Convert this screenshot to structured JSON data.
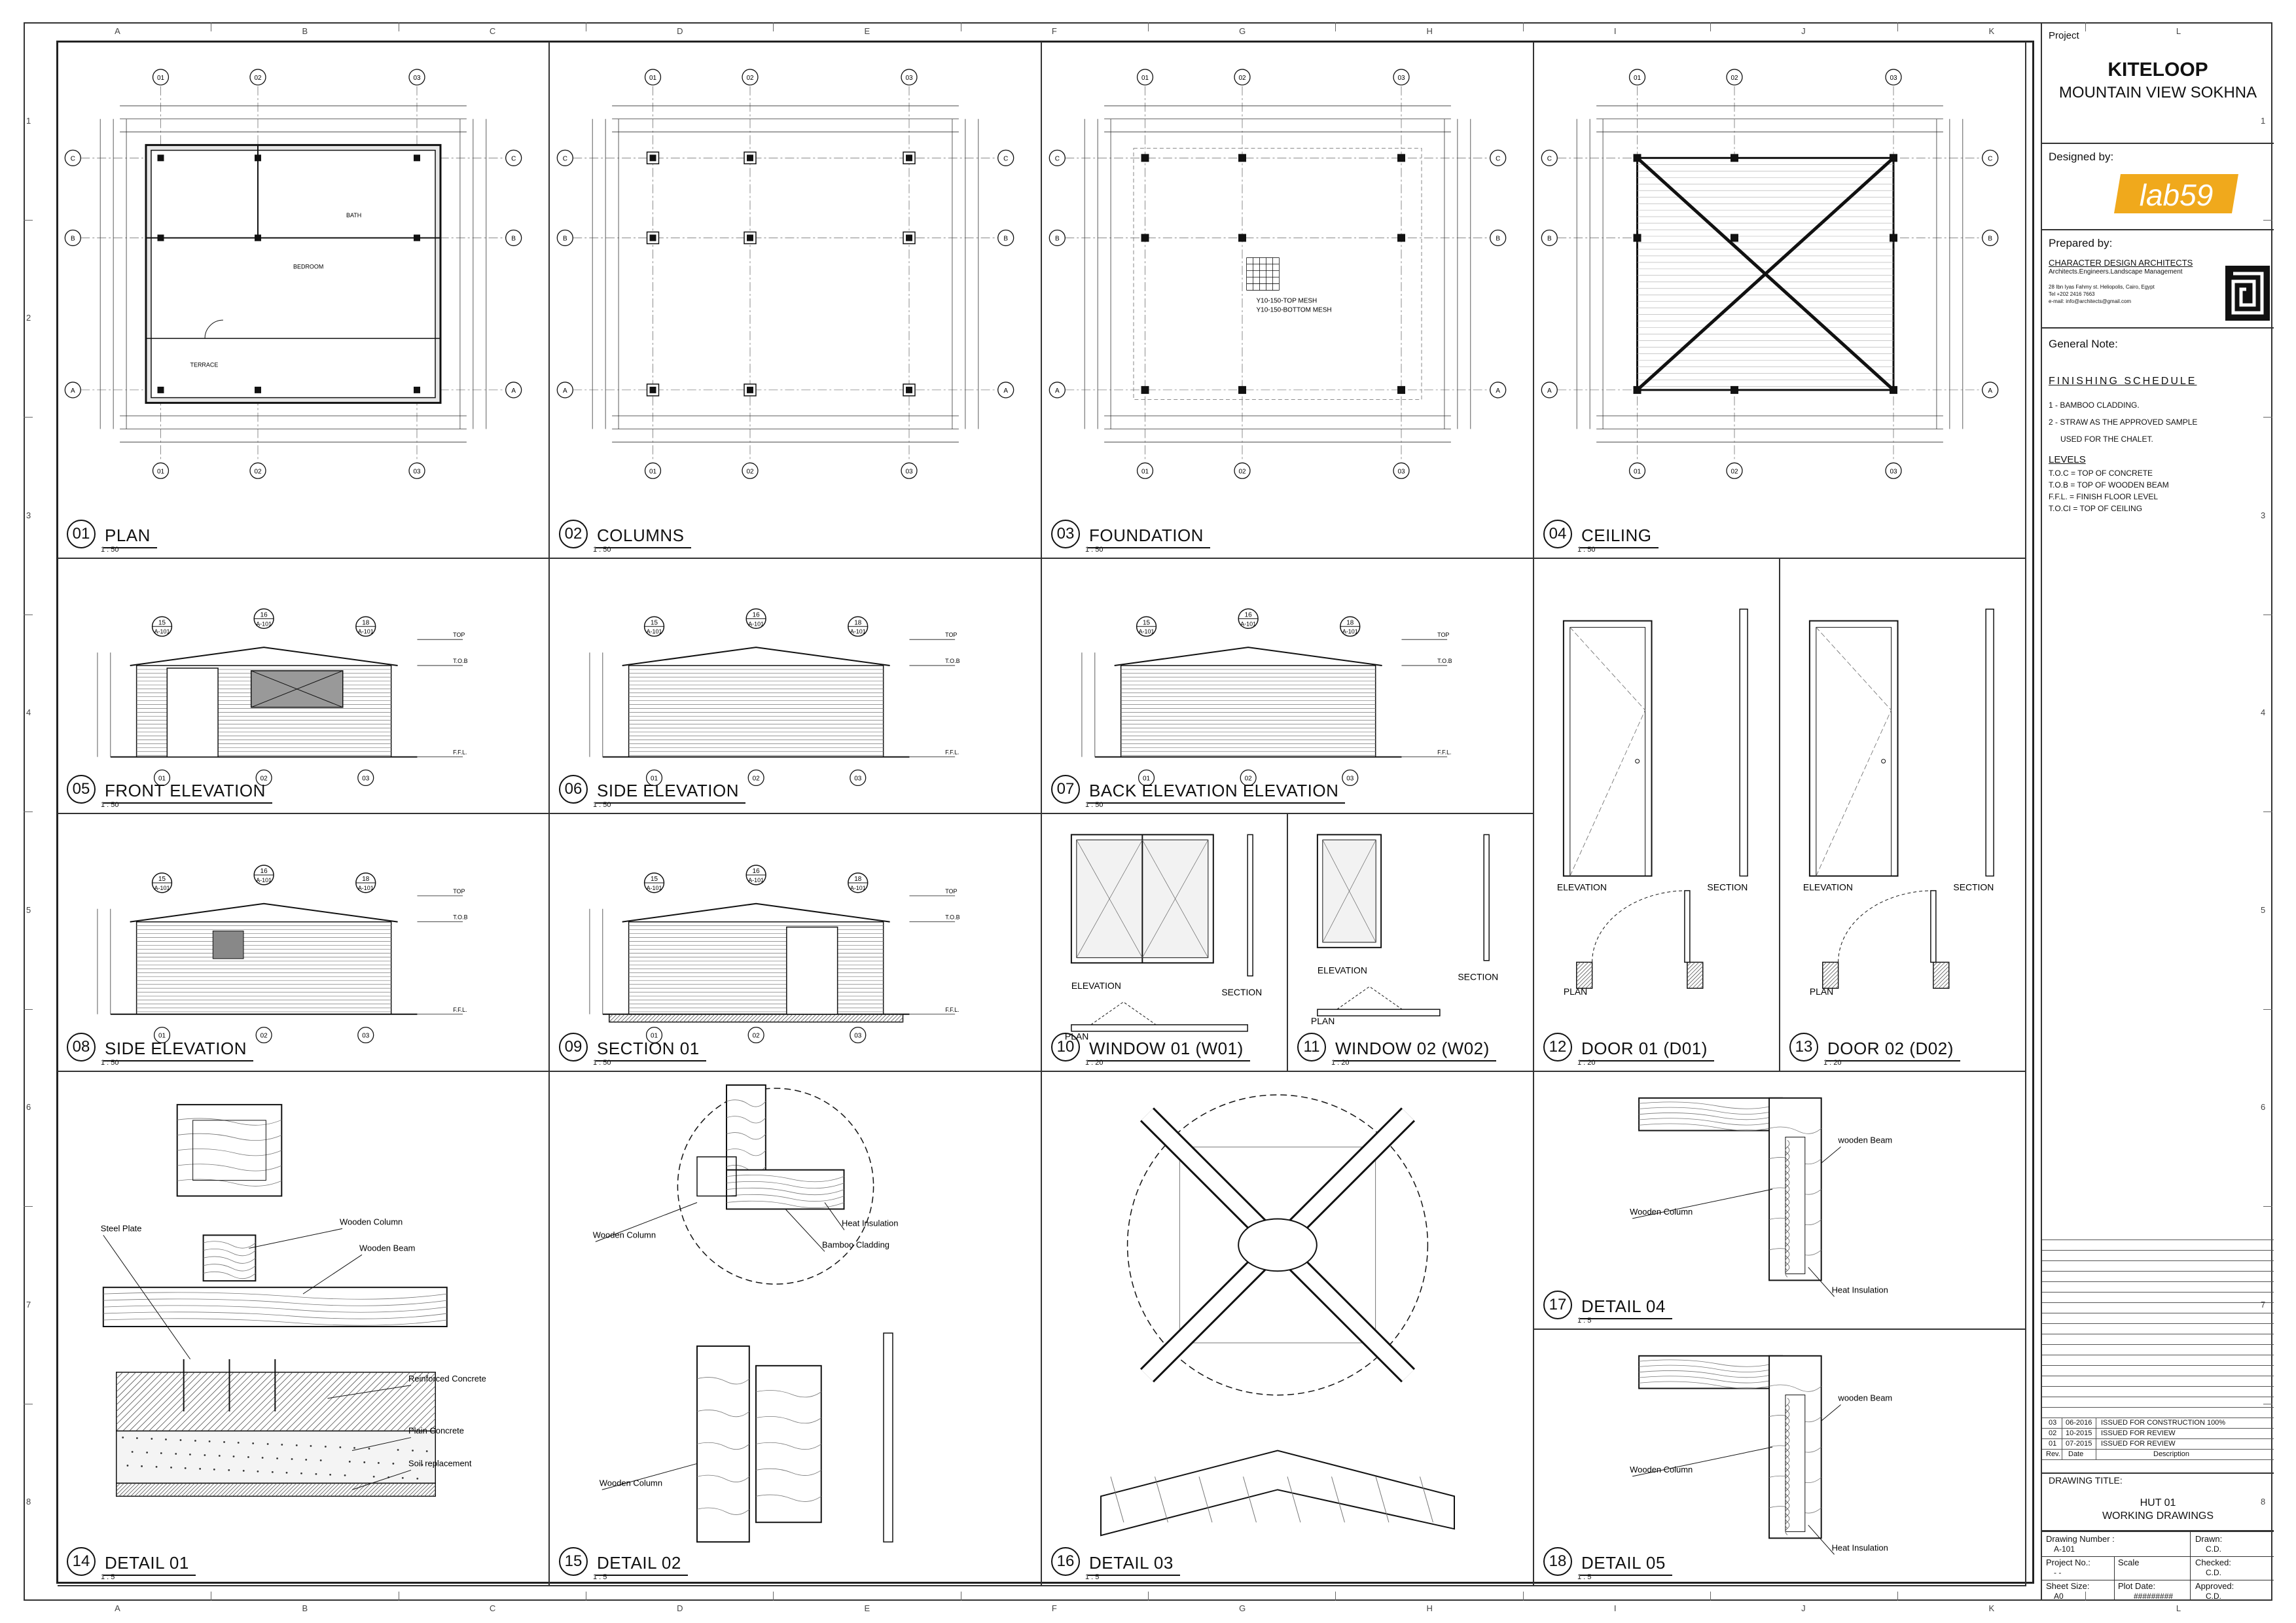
{
  "grid": {
    "columns": [
      "A",
      "B",
      "C",
      "D",
      "E",
      "F",
      "G",
      "H",
      "I",
      "J",
      "K",
      "L"
    ],
    "rows": [
      "1",
      "2",
      "3",
      "4",
      "5",
      "6",
      "7",
      "8"
    ]
  },
  "panels": [
    {
      "num": "01",
      "name": "PLAN",
      "scale": "1 : 50"
    },
    {
      "num": "02",
      "name": "COLUMNS",
      "scale": "1 : 50"
    },
    {
      "num": "03",
      "name": "FOUNDATION",
      "scale": "1 : 50"
    },
    {
      "num": "04",
      "name": "CEILING",
      "scale": "1 : 50"
    },
    {
      "num": "05",
      "name": "FRONT ELEVATION",
      "scale": "1 : 50"
    },
    {
      "num": "06",
      "name": "SIDE  ELEVATION",
      "scale": "1 : 50"
    },
    {
      "num": "07",
      "name": "BACK  ELEVATION  ELEVATION",
      "scale": "1 : 50"
    },
    {
      "num": "08",
      "name": "SIDE  ELEVATION",
      "scale": "1 : 50"
    },
    {
      "num": "09",
      "name": "SECTION 01",
      "scale": "1 : 50"
    },
    {
      "num": "10",
      "name": "WINDOW 01 (W01)",
      "scale": "1 : 20"
    },
    {
      "num": "11",
      "name": "WINDOW 02 (W02)",
      "scale": "1 : 20"
    },
    {
      "num": "12",
      "name": "DOOR 01 (D01)",
      "scale": "1 : 20"
    },
    {
      "num": "13",
      "name": "DOOR 02 (D02)",
      "scale": "1 : 20"
    },
    {
      "num": "14",
      "name": "DETAIL 01",
      "scale": "1 : 5"
    },
    {
      "num": "15",
      "name": "DETAIL 02",
      "scale": "1 : 5"
    },
    {
      "num": "16",
      "name": "DETAIL 03",
      "scale": "1 : 5"
    },
    {
      "num": "17",
      "name": "DETAIL 04",
      "scale": "1 : 5"
    },
    {
      "num": "18",
      "name": "DETAIL 05",
      "scale": "1 : 5"
    }
  ],
  "labels": {
    "plan_rooms": [
      "BEDROOM",
      "BATH",
      "TERRACE"
    ],
    "foundation_mesh": [
      "Y10-150-TOP MESH",
      "Y10-150-BOTTOM MESH"
    ],
    "window": {
      "elevation": "ELEVATION",
      "section": "SECTION",
      "plan": "PLAN"
    },
    "door": {
      "elevation": "ELEVATION",
      "section": "SECTION",
      "plan": "PLAN"
    },
    "levels": [
      "TOP",
      "T.O.B",
      "F.F.L."
    ],
    "detail01": [
      "Steel Plate",
      "Wooden Column",
      "Wooden Beam",
      "Reinforced  Concrete",
      "Plain Concrete",
      "Soil replacement"
    ],
    "detail02": [
      "Wooden Column",
      "Heat Insulation",
      "Bamboo Cladding"
    ],
    "detail02b": [
      "Wooden Column"
    ],
    "detail04": [
      "wooden Beam",
      "Wooden Column",
      "Heat Insulation"
    ],
    "detail05": [
      "wooden Beam",
      "Wooden Column",
      "Heat Insulation"
    ]
  },
  "title_block": {
    "project_label": "Project",
    "project_name": "KITELOOP",
    "project_location": "MOUNTAIN VIEW SOKHNA",
    "designed_by_label": "Designed by:",
    "designer_logo": "lab59",
    "prepared_by_label": "Prepared by:",
    "firm_name": "CHARACTER DESIGN ARCHITECTS",
    "firm_services": "Architects.Engineers.Landscape Management",
    "firm_address_1": "28 Ibn Iyas Fahmy st. Heliopolis, Cairo, Egypt",
    "firm_address_2": "Tel +202 2416 7663",
    "firm_address_3": "e-mail: info@architects@gmail.com",
    "general_note_label": "General Note:",
    "finishing_title": "FINISHING  SCHEDULE",
    "finishing_items": [
      "1 - BAMBOO  CLADDING.",
      "2 - STRAW AS THE APPROVED SAMPLE",
      "USED FOR THE CHALET."
    ],
    "levels_title": "LEVELS",
    "levels_items": [
      "T.O.C  = TOP OF CONCRETE",
      "T.O.B  = TOP OF WOODEN BEAM",
      "F.F.L.  = FINISH FLOOR LEVEL",
      "T.O.CI = TOP OF CEILING"
    ],
    "revisions": [
      {
        "rev": "03",
        "date": "06-2016",
        "desc": "ISSUED FOR CONSTRUCTION 100%"
      },
      {
        "rev": "02",
        "date": "10-2015",
        "desc": "ISSUED FOR REVIEW"
      },
      {
        "rev": "01",
        "date": "07-2015",
        "desc": "ISSUED FOR REVIEW"
      }
    ],
    "rev_header": {
      "rev": "Rev.",
      "date": "Date",
      "desc": "Description"
    },
    "drawing_title_label": "DRAWING TITLE:",
    "drawing_title_1": "HUT 01",
    "drawing_title_2": "WORKING DRAWINGS",
    "drawing_number_label": "Drawing Number :",
    "drawing_number": "A-101",
    "drawn_label": "Drawn:",
    "drawn_value": "C.D.",
    "project_no_label": "Project No.:",
    "project_no": "- -",
    "scale_label": "Scale",
    "checked_label": "Checked:",
    "checked_value": "C.D.",
    "sheet_size_label": "Sheet Size:",
    "sheet_size": "A0",
    "plot_date_label": "Plot Date:",
    "plot_date": "#########",
    "approved_label": "Approved:",
    "approved_value": "C.D."
  }
}
